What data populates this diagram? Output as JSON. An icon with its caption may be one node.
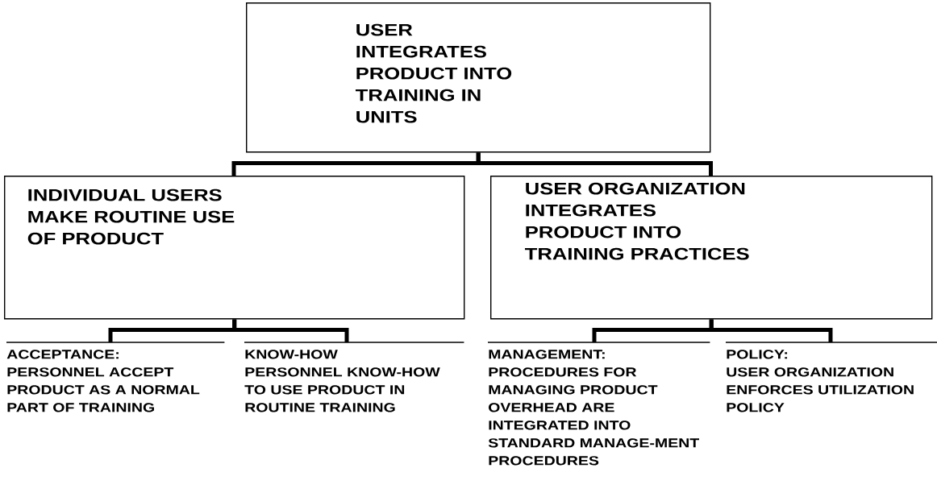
{
  "diagram": {
    "nodes": [
      {
        "text": [
          "USER INTEGRATES PRODUCT INTO TRAINING IN UNITS"
        ]
      },
      {
        "text": [
          "INDIVIDUAL USERS MAKE ROUTINE USE OF PRODUCT"
        ]
      },
      {
        "text": [
          "USER ORGANIZATION INTEGRATES PRODUCT INTO TRAINING PRACTICES"
        ]
      },
      {
        "text": [
          "ACCEPTANCE:",
          "PERSONNEL ACCEPT PRODUCT AS A NORMAL PART OF TRAINING"
        ]
      },
      {
        "text": [
          "KNOW-HOW",
          "PERSONNEL KNOW-HOW TO USE PRODUCT IN ROUTINE TRAINING"
        ]
      },
      {
        "text": [
          "MANAGEMENT:",
          "PROCEDURES FOR MANAGING PRODUCT OVERHEAD ARE INTEGRATED INTO STANDARD MANAGE-MENT PROCEDURES"
        ]
      },
      {
        "text": [
          "POLICY:",
          "USER ORGANIZATION ENFORCES UTILIZATION POLICY"
        ]
      }
    ],
    "edges": [
      {
        "from": 0,
        "to": 1,
        "arrow": "none"
      },
      {
        "from": 0,
        "to": 2,
        "arrow": "none"
      },
      {
        "from": 1,
        "to": 3,
        "arrow": "none"
      },
      {
        "from": 1,
        "to": 4,
        "arrow": "none"
      },
      {
        "from": 2,
        "to": 5,
        "arrow": "none"
      },
      {
        "from": 2,
        "to": 6,
        "arrow": "none"
      }
    ]
  }
}
